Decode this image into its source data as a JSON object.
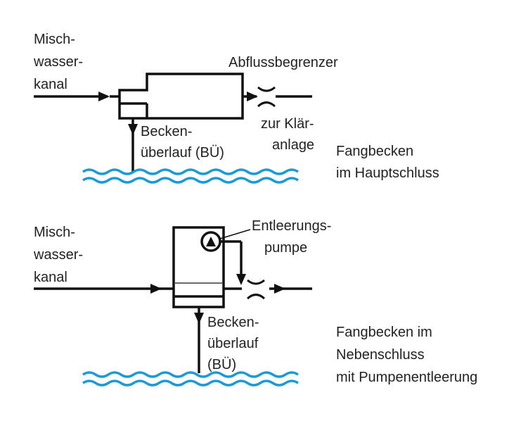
{
  "colors": {
    "line": "#111111",
    "water": "#1a9ad6",
    "text": "#222222"
  },
  "top_diagram": {
    "inlet_label": [
      "Misch-",
      "wasser-",
      "kanal"
    ],
    "throttle_label": "Abflussbegrenzer",
    "outlet_label": [
      "zur Klär-",
      "anlage"
    ],
    "overflow_label": [
      "Becken-",
      "überlauf (BÜ)"
    ],
    "caption": [
      "Fangbecken",
      "im Hauptschluss"
    ]
  },
  "bottom_diagram": {
    "inlet_label": [
      "Misch-",
      "wasser-",
      "kanal"
    ],
    "pump_label": [
      "Entleerungs-",
      "pumpe"
    ],
    "overflow_label": [
      "Becken-",
      "überlauf",
      "(BÜ)"
    ],
    "caption": [
      "Fangbecken im",
      "Nebenschluss",
      "mit Pumpenentleerung"
    ]
  }
}
